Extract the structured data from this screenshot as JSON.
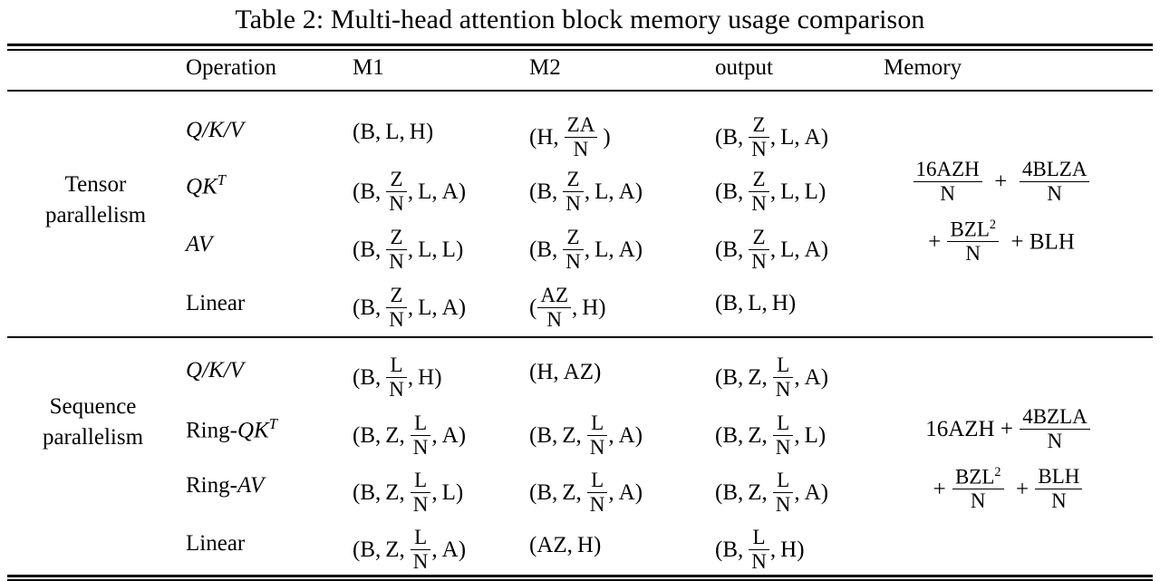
{
  "caption": "Table 2: Multi-head attention block memory usage comparison",
  "table": {
    "columns": [
      {
        "key": "operation",
        "label": "Operation"
      },
      {
        "key": "m1",
        "label": "M1"
      },
      {
        "key": "m2",
        "label": "M2"
      },
      {
        "key": "output",
        "label": "output"
      },
      {
        "key": "memory",
        "label": "Memory"
      }
    ],
    "groups": [
      {
        "name_line1": "Tensor",
        "name_line2": "parallelism",
        "memory": "16AZH/N + 4BLZA/N + BZL^2/N + BLH",
        "memory_parts": {
          "t1_num": "16AZH",
          "t1_den": "N",
          "plus1": "+",
          "t2_num": "4BLZA",
          "t2_den": "N",
          "plus2": "+",
          "t3_num": "BZL",
          "t3_num_sup": "2",
          "t3_den": "N",
          "plus3": "+",
          "t4": "BLH"
        },
        "rows": [
          {
            "operation": "Q/K/V",
            "m1": "(B, L, H)",
            "m2": "(H, ZA/N )",
            "output": "(B, Z/N, L, A)"
          },
          {
            "operation": "QK^T",
            "m1": "(B, Z/N, L, A)",
            "m2": "(B, Z/N, L, A)",
            "output": "(B, Z/N, L, L)"
          },
          {
            "operation": "AV",
            "m1": "(B, Z/N, L, L)",
            "m2": "(B, Z/N, L, A)",
            "output": "(B, Z/N, L, A)"
          },
          {
            "operation": "Linear",
            "m1": "(B, Z/N, L, A)",
            "m2": "(AZ/N, H)",
            "output": "(B, L, H)"
          }
        ]
      },
      {
        "name_line1": "Sequence",
        "name_line2": "parallelism",
        "memory": "16AZH + 4BZLA/N + BZL^2/N + BLH/N",
        "memory_parts": {
          "t1": "16AZH",
          "plus1": "+",
          "t2_num": "4BZLA",
          "t2_den": "N",
          "plus2": "+",
          "t3_num": "BZL",
          "t3_num_sup": "2",
          "t3_den": "N",
          "plus3": "+",
          "t4_num": "BLH",
          "t4_den": "N"
        },
        "rows": [
          {
            "operation": "Q/K/V",
            "m1": "(B, L/N, H)",
            "m2": "(H, AZ)",
            "output": "(B, Z, L/N, A)"
          },
          {
            "operation": "Ring-QK^T",
            "m1": "(B, Z, L/N, A)",
            "m2": "(B, Z, L/N, A)",
            "output": "(B, Z, L/N, L)"
          },
          {
            "operation": "Ring-AV",
            "m1": "(B, Z, L/N, L)",
            "m2": "(B, Z, L/N, A)",
            "output": "(B, Z, L/N, A)"
          },
          {
            "operation": "Linear",
            "m1": "(B, Z, L/N, A)",
            "m2": "(AZ, H)",
            "output": "(B, L/N, H)"
          }
        ]
      }
    ]
  },
  "symbols": {
    "B": "B",
    "L": "L",
    "H": "H",
    "Z": "Z",
    "A": "A",
    "N": "N",
    "Q": "Q",
    "K": "K",
    "V": "V",
    "T": "T",
    "slash": "/",
    "comma": ",",
    "lparen": "(",
    "rparen": ")",
    "plus": "+",
    "ring_prefix": "Ring-"
  },
  "style": {
    "ink": "#000000",
    "paper": "#ffffff"
  }
}
